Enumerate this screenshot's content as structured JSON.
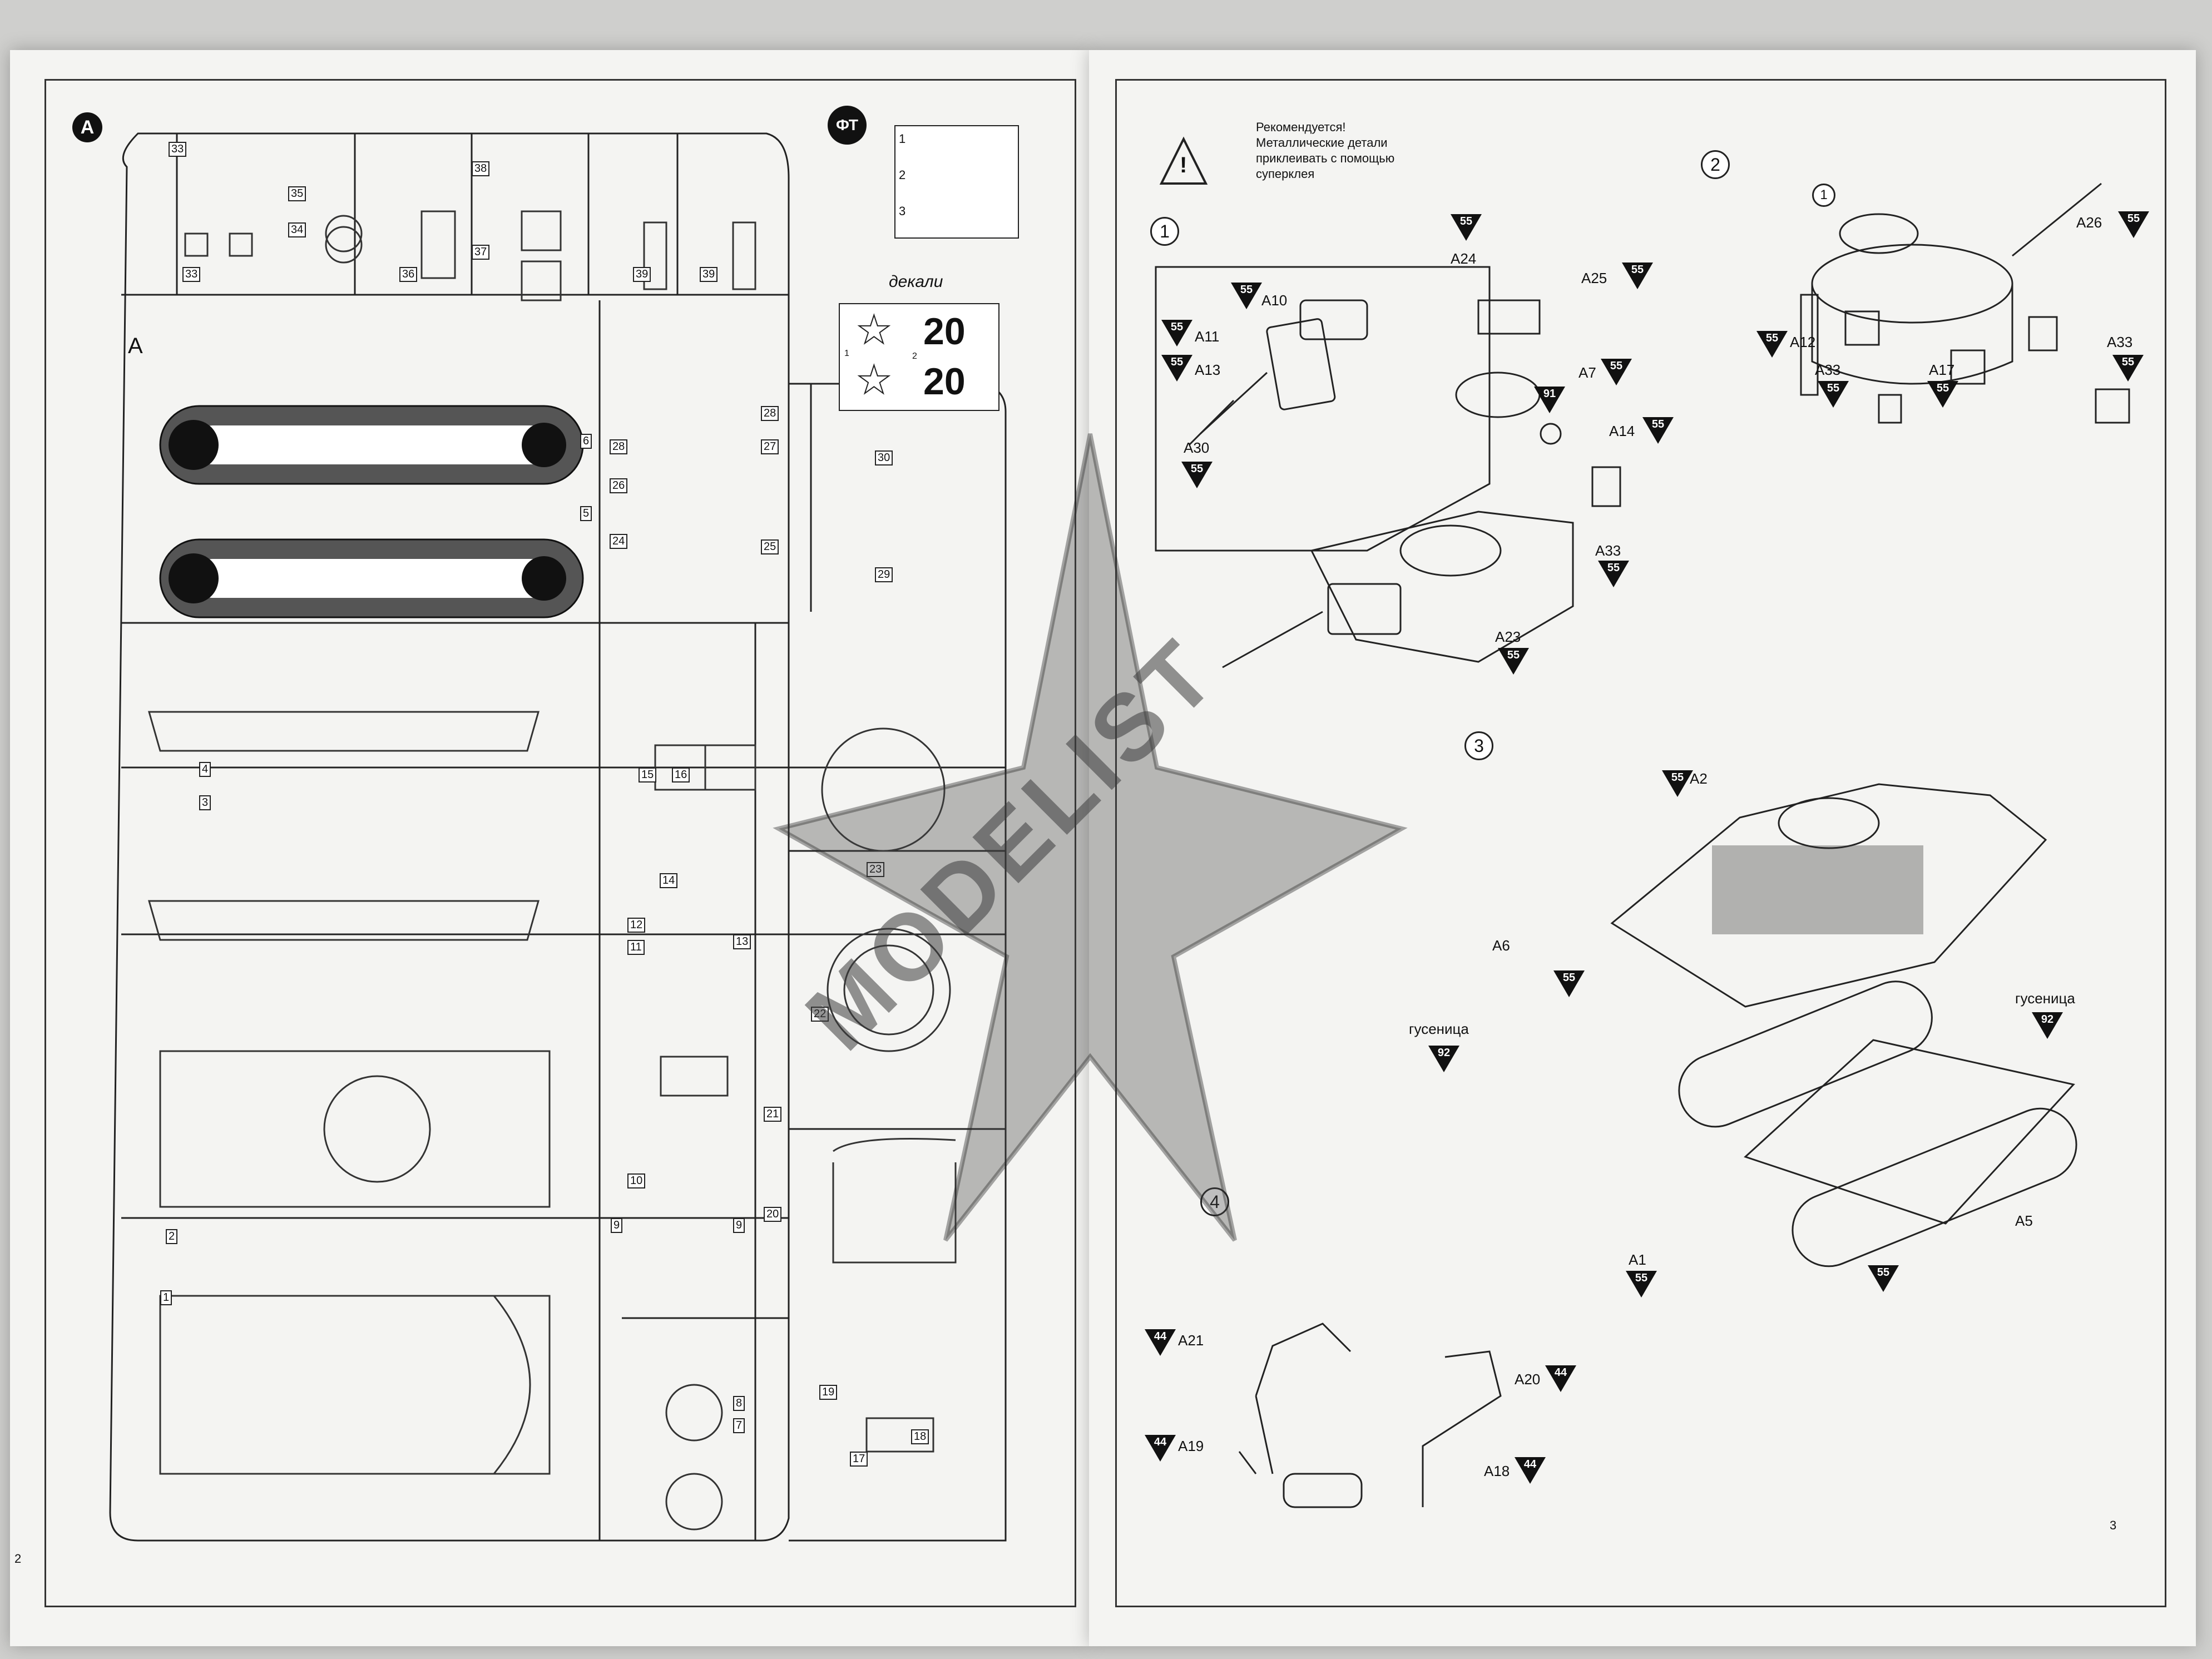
{
  "left_page": {
    "sprue_letter": "A",
    "photo_etch_badge": "ФТ",
    "photo_etch_items": [
      "1",
      "2",
      "3"
    ],
    "decals_title": "декали",
    "decals": [
      {
        "index": "1",
        "number": "20"
      },
      {
        "index": "2",
        "number": "20"
      }
    ],
    "sprue_corner_letter": "A",
    "part_numbers": [
      "33",
      "35",
      "34",
      "33",
      "36",
      "37",
      "38",
      "39",
      "39",
      "6",
      "5",
      "28",
      "28",
      "27",
      "26",
      "24",
      "25",
      "30",
      "29",
      "4",
      "3",
      "15",
      "16",
      "14",
      "13",
      "12",
      "23",
      "22",
      "11",
      "10",
      "9",
      "9",
      "8",
      "7",
      "21",
      "20",
      "19",
      "18",
      "17",
      "2",
      "1"
    ],
    "page_number": "2"
  },
  "right_page": {
    "warning": {
      "lines": [
        "Рекомендуется!",
        "Металлические детали",
        "приклеивать с помощью",
        "суперклея"
      ],
      "icon": "warning-triangle-icon"
    },
    "steps": [
      {
        "number": "1",
        "callouts": [
          {
            "part": "A10",
            "paint": "55"
          },
          {
            "part": "A11",
            "paint": "55"
          },
          {
            "part": "A13",
            "paint": "55"
          },
          {
            "part": "A30",
            "paint": "55"
          },
          {
            "part": "A24",
            "paint": "55"
          },
          {
            "part": "A25",
            "paint": "55"
          },
          {
            "part": "A7",
            "paint": "55"
          },
          {
            "part": "A14",
            "paint": "55"
          },
          {
            "part": "A33",
            "paint": "55"
          },
          {
            "part": "A23",
            "paint": "55"
          }
        ],
        "extra_paint": "91"
      },
      {
        "number": "2",
        "photo_etch_ref": "1",
        "callouts": [
          {
            "part": "A26",
            "paint": "55"
          },
          {
            "part": "A12",
            "paint": "55"
          },
          {
            "part": "A33",
            "paint": "55"
          },
          {
            "part": "A17",
            "paint": "55"
          },
          {
            "part": "A33",
            "paint": "55"
          }
        ]
      },
      {
        "number": "3",
        "callouts": [
          {
            "part": "A2",
            "paint": "55"
          },
          {
            "part": "A6",
            "paint": ""
          },
          {
            "part": "гусеница",
            "paint": "92"
          },
          {
            "part": "гусеница",
            "paint": "92"
          },
          {
            "part": "A5",
            "paint": ""
          },
          {
            "part": "A1",
            "paint": "55"
          }
        ],
        "extra_paint": [
          "55",
          "55"
        ]
      },
      {
        "number": "4",
        "callouts": [
          {
            "part": "A21",
            "paint": "44"
          },
          {
            "part": "A20",
            "paint": "44"
          },
          {
            "part": "A19",
            "paint": "44"
          },
          {
            "part": "A18",
            "paint": "44"
          }
        ]
      }
    ],
    "page_number": "3"
  },
  "watermark": "MODELIST",
  "colors": {
    "paper": "#f4f4f2",
    "ink": "#111111",
    "background": "#cfcfcd"
  }
}
